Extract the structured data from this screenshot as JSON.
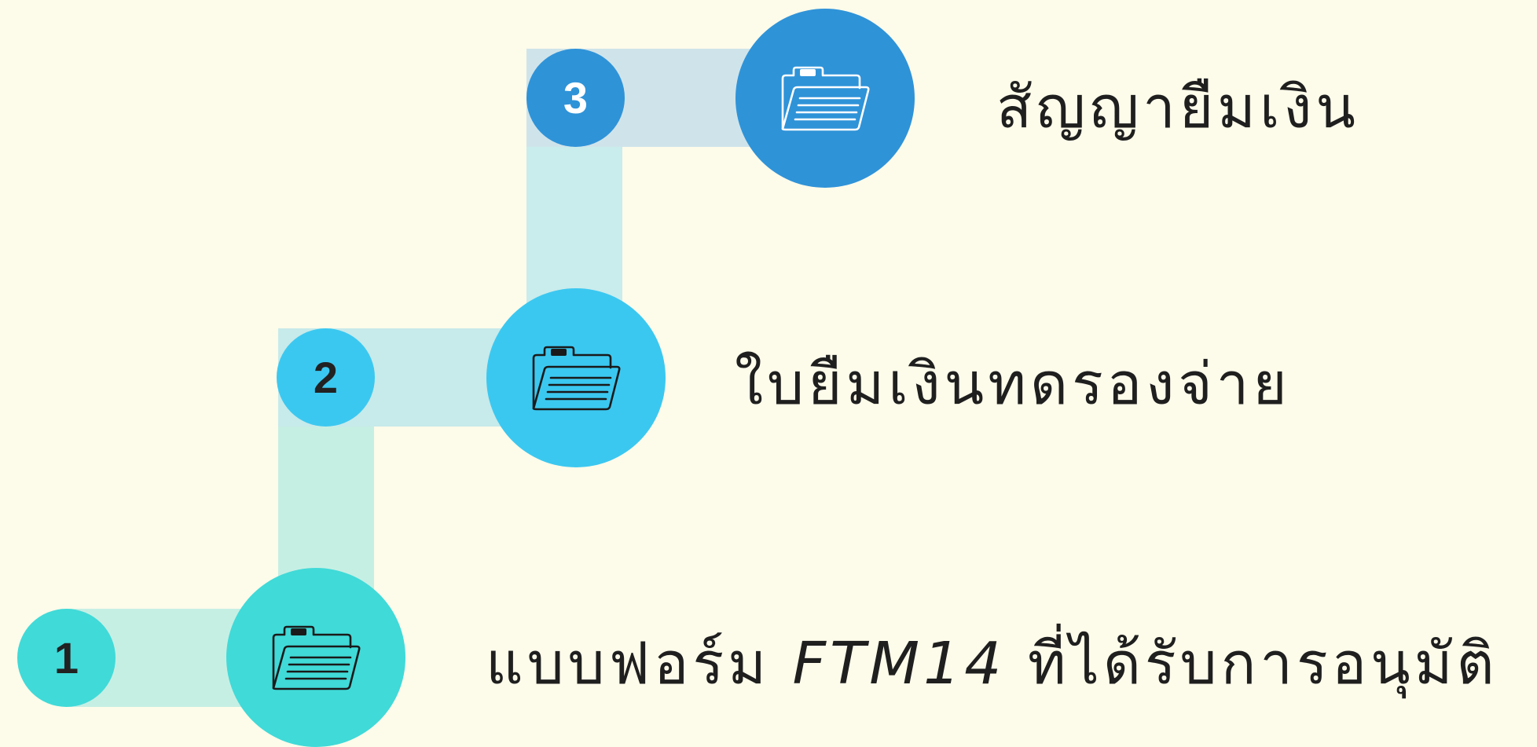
{
  "steps": [
    {
      "number": "1",
      "label_before": "แบบฟอร์ม ",
      "label_code": "FTM14",
      "label_after": " ที่ได้รับการอนุมัติ",
      "color": "#40dad8",
      "number_color": "#222222",
      "icon": "folder-document-icon"
    },
    {
      "number": "2",
      "label": "ใบยืมเงินทดรองจ่าย",
      "color": "#3bc8f0",
      "number_color": "#222222",
      "icon": "folder-document-icon"
    },
    {
      "number": "3",
      "label": "สัญญายืมเงิน",
      "color": "#2f93d8",
      "number_color": "#ffffff",
      "icon": "folder-document-icon"
    }
  ],
  "connector_color": "#bfe9e6"
}
